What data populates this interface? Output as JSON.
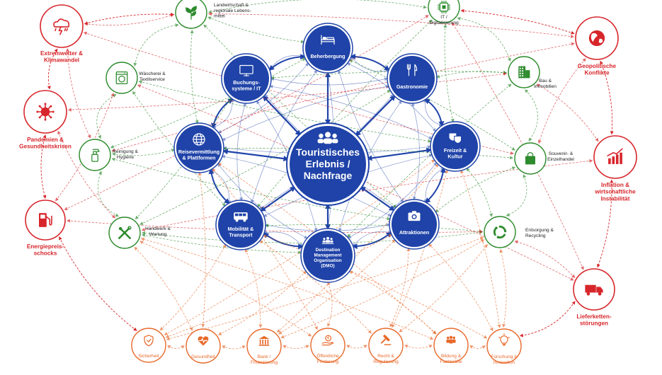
{
  "colors": {
    "core_fill": "#1f43a8",
    "core_ring": "#1f43a8",
    "core_text": "#ffffff",
    "core_arrow": "#1f43a8",
    "support": "#2e8b2e",
    "risk": "#d7262b",
    "service": "#e8692a"
  },
  "center": {
    "id": "center",
    "label": [
      "Touristisches",
      "Erlebnis /",
      "Nachfrage"
    ],
    "icon": "group-icon"
  },
  "core_nodes": [
    {
      "id": "beherbergung",
      "label": [
        "Beherbergung"
      ],
      "icon": "bed-icon"
    },
    {
      "id": "gastronomie",
      "label": [
        "Gastronomie"
      ],
      "icon": "cutlery-icon"
    },
    {
      "id": "freizeit",
      "label": [
        "Freizeit &",
        "Kultur"
      ],
      "icon": "theater-masks-icon"
    },
    {
      "id": "attraktionen",
      "label": [
        "Attraktionen"
      ],
      "icon": "camera-icon"
    },
    {
      "id": "dmo",
      "label": [
        "Destination",
        "Management",
        "Organisation",
        "(DMO)"
      ],
      "icon": "people-group-icon"
    },
    {
      "id": "mobilitaet",
      "label": [
        "Mobilität &",
        "Transport"
      ],
      "icon": "bus-icon"
    },
    {
      "id": "reisevermittlung",
      "label": [
        "Reisevermittlung",
        "& Plattformen"
      ],
      "icon": "globe-icon"
    },
    {
      "id": "buchung",
      "label": [
        "Buchungs-",
        "systeme / IT"
      ],
      "icon": "monitor-icon"
    }
  ],
  "support_nodes": [
    {
      "id": "landwirtschaft",
      "label": [
        "Landwirtschaft &",
        "regionale Lebens-",
        "mittel"
      ],
      "icon": "plant-icon"
    },
    {
      "id": "it",
      "label": [
        "IT /",
        "Digitalisierung"
      ],
      "icon": "chip-icon"
    },
    {
      "id": "bau",
      "label": [
        "Bau &",
        "Immobilien"
      ],
      "icon": "building-icon"
    },
    {
      "id": "souvenir",
      "label": [
        "Souvenir- &",
        "Einzelhandel"
      ],
      "icon": "shopping-bag-icon"
    },
    {
      "id": "entsorgung",
      "label": [
        "Entsorgung &",
        "Recycling"
      ],
      "icon": "recycle-icon"
    },
    {
      "id": "handwerk",
      "label": [
        "Handwerk &",
        "Wartung"
      ],
      "icon": "tools-icon"
    },
    {
      "id": "reinigung",
      "label": [
        "Reinigung &",
        "Hygiene"
      ],
      "icon": "spray-bottle-icon"
    },
    {
      "id": "waescherei",
      "label": [
        "Wäscherei &",
        "Textilservice"
      ],
      "icon": "washing-machine-icon"
    }
  ],
  "risk_nodes": [
    {
      "id": "extremwetter",
      "label": [
        "Extremwetter &",
        "Klimawandel"
      ],
      "icon": "storm-cloud-icon"
    },
    {
      "id": "pandemien",
      "label": [
        "Pandemien &",
        "Gesundheitskrisen"
      ],
      "icon": "virus-icon"
    },
    {
      "id": "energie",
      "label": [
        "Energiepreis-",
        "schocks"
      ],
      "icon": "fuel-pump-icon"
    },
    {
      "id": "geopolitik",
      "label": [
        "Geopolitische",
        "Konflikte"
      ],
      "icon": "earth-icon"
    },
    {
      "id": "inflation",
      "label": [
        "Inflation &",
        "wirtschaftliche",
        "Instabilität"
      ],
      "icon": "rising-chart-icon"
    },
    {
      "id": "lieferketten",
      "label": [
        "Lieferketten-",
        "störungen"
      ],
      "icon": "truck-icon"
    }
  ],
  "service_nodes": [
    {
      "id": "sicherheit",
      "label": [
        "Sicherheit"
      ],
      "icon": "shield-check-icon"
    },
    {
      "id": "gesundheit",
      "label": [
        "Gesundheit"
      ],
      "icon": "heart-pulse-icon"
    },
    {
      "id": "bank",
      "label": [
        "Bank /",
        "Finanzierung"
      ],
      "icon": "bank-icon"
    },
    {
      "id": "foerderung",
      "label": [
        "Öffentliche",
        "Förderung"
      ],
      "icon": "euro-hand-icon"
    },
    {
      "id": "recht",
      "label": [
        "Recht &",
        "Regulierung"
      ],
      "icon": "gavel-icon"
    },
    {
      "id": "bildung",
      "label": [
        "Bildung &",
        "Fachkräfte"
      ],
      "icon": "people-icon"
    },
    {
      "id": "forschung",
      "label": [
        "Forschung &",
        "Innovation"
      ],
      "icon": "lightbulb-icon"
    }
  ]
}
